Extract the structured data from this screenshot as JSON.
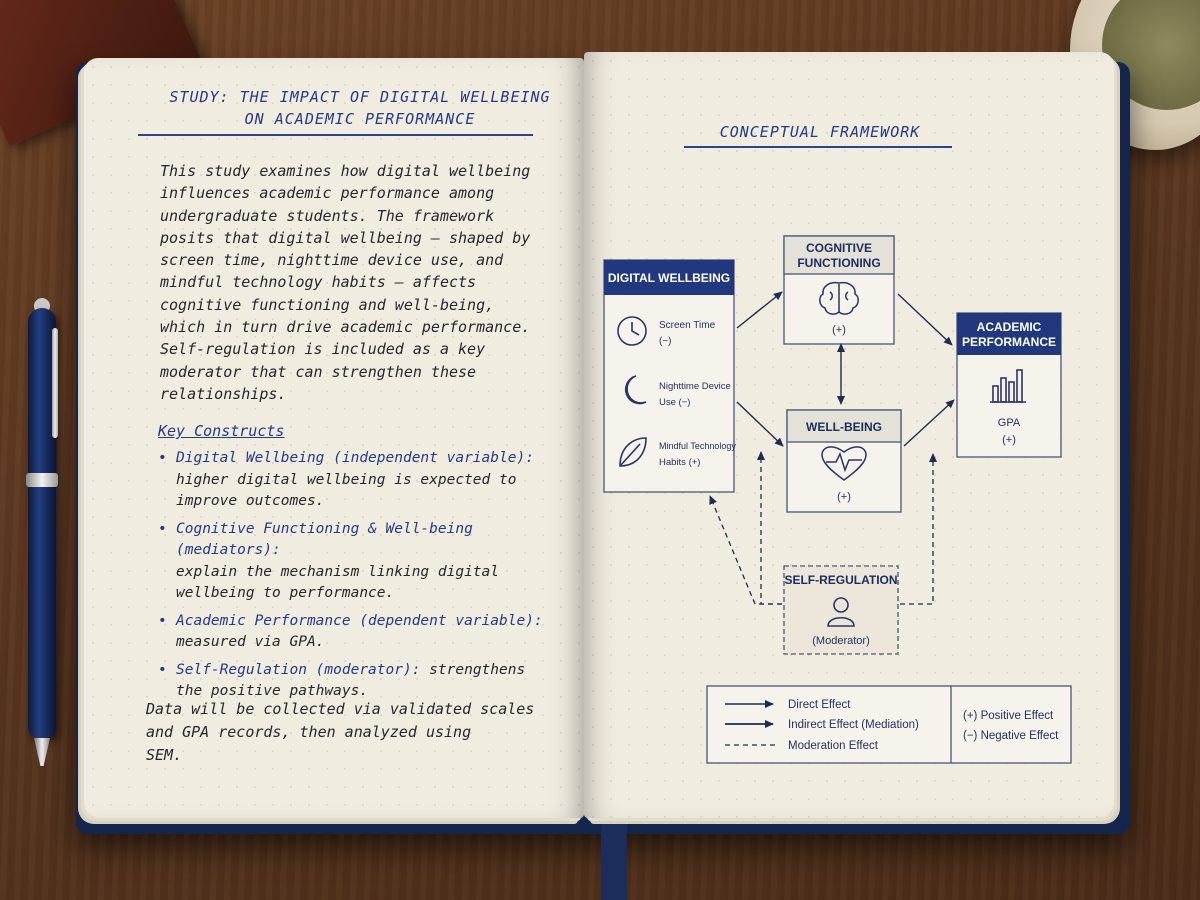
{
  "left_page": {
    "title_line1": "STUDY: THE IMPACT OF DIGITAL WELLBEING",
    "title_line2": "ON ACADEMIC PERFORMANCE",
    "intro_lines": [
      "This study examines how digital wellbeing",
      "influences academic performance among",
      "undergraduate students. The framework",
      "posits that digital wellbeing — shaped by",
      "screen time, nighttime device use, and",
      "mindful technology habits — affects",
      "cognitive functioning and well-being,",
      "which in turn drive academic performance.",
      "Self-regulation is included as a key",
      "moderator that can strengthen these",
      "relationships."
    ],
    "key_heading": "Key Constructs",
    "constructs": [
      {
        "term": "Digital Wellbeing (independent variable):",
        "lines": [
          "higher digital wellbeing is expected to",
          "improve outcomes."
        ]
      },
      {
        "term": "Cognitive Functioning & Well-being (mediators):",
        "lines": [
          "explain the mechanism linking digital",
          "wellbeing to performance."
        ]
      },
      {
        "term": "Academic Performance (dependent variable):",
        "lines": [
          "measured via GPA."
        ]
      },
      {
        "term": "Self-Regulation (moderator):",
        "lines": [
          "strengthens",
          "the positive pathways."
        ]
      }
    ],
    "outro_lines": [
      "Data will be collected via validated scales",
      "and GPA records, then analyzed using",
      "SEM."
    ]
  },
  "right_page": {
    "title": "CONCEPTUAL FRAMEWORK",
    "digital_wellbeing": {
      "header": "DIGITAL WELLBEING",
      "items": [
        {
          "icon": "clock-icon",
          "line1": "Screen Time",
          "line2": "(−)"
        },
        {
          "icon": "moon-icon",
          "line1": "Nighttime Device",
          "line2": "Use (−)"
        },
        {
          "icon": "leaf-icon",
          "line1": "Mindful Technology",
          "line2": "Habits (+)"
        }
      ]
    },
    "cognitive": {
      "header_line1": "COGNITIVE",
      "header_line2": "FUNCTIONING",
      "icon": "brain-icon",
      "sign": "(+)"
    },
    "wellbeing": {
      "header": "WELL-BEING",
      "icon": "heart-pulse-icon",
      "sign": "(+)"
    },
    "academic": {
      "header_line1": "ACADEMIC",
      "header_line2": "PERFORMANCE",
      "icon": "bar-chart-icon",
      "label": "GPA",
      "sign": "(+)"
    },
    "self_regulation": {
      "header": "SELF-REGULATION",
      "icon": "person-icon",
      "label": "(Moderator)"
    },
    "legend": {
      "direct": "Direct Effect",
      "indirect": "Indirect Effect (Mediation)",
      "moderation": "Moderation Effect",
      "positive": "(+) Positive Effect",
      "negative": "(−) Negative Effect"
    }
  },
  "colors": {
    "navy": "#233a85",
    "page": "#f1ece0",
    "box_header": "#e4e1d9"
  }
}
